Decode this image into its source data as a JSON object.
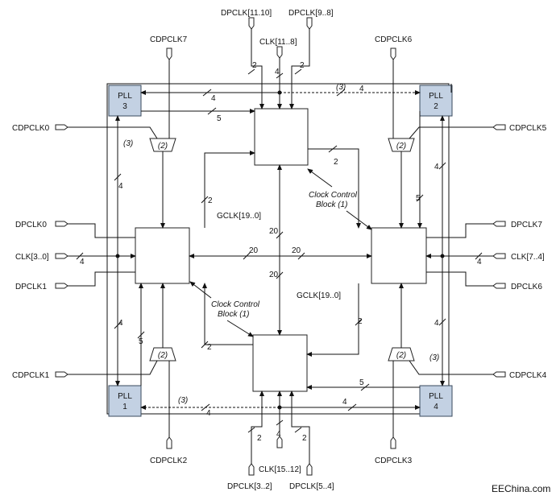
{
  "plls": {
    "pll1": {
      "name": "PLL",
      "num": "1"
    },
    "pll2": {
      "name": "PLL",
      "num": "2"
    },
    "pll3": {
      "name": "PLL",
      "num": "3"
    },
    "pll4": {
      "name": "PLL",
      "num": "4"
    }
  },
  "pins": {
    "top_left": "DPCLK[11.10]",
    "top_right": "DPCLK[9..8]",
    "top_clk": "CLK[11..8]",
    "bottom_left": "DPCLK[3..2]",
    "bottom_right": "DPCLK[5..4]",
    "bottom_clk": "CLK[15..12]",
    "cdpclk7": "CDPCLK7",
    "cdpclk6": "CDPCLK6",
    "cdpclk0": "CDPCLK0",
    "cdpclk5": "CDPCLK5",
    "cdpclk1": "CDPCLK1",
    "cdpclk4": "CDPCLK4",
    "cdpclk2": "CDPCLK2",
    "cdpclk3": "CDPCLK3",
    "dpclk0": "DPCLK0",
    "dpclk1": "DPCLK1",
    "dpclk7": "DPCLK7",
    "dpclk6": "DPCLK6",
    "clk_left": "CLK[3..0]",
    "clk_right": "CLK[7..4]"
  },
  "labels": {
    "gclk_top": "GCLK[19..0]",
    "gclk_bottom": "GCLK[19..0]",
    "ccb_top_1": "Clock Control",
    "ccb_top_2": "Block (1)",
    "ccb_bot_1": "Clock Control",
    "ccb_bot_2": "Block (1)",
    "mux": "(2)",
    "note3": "(3)"
  },
  "widths": {
    "w2": "2",
    "w4": "4",
    "w5": "5",
    "w20": "20"
  },
  "watermark": "EEChina.com"
}
